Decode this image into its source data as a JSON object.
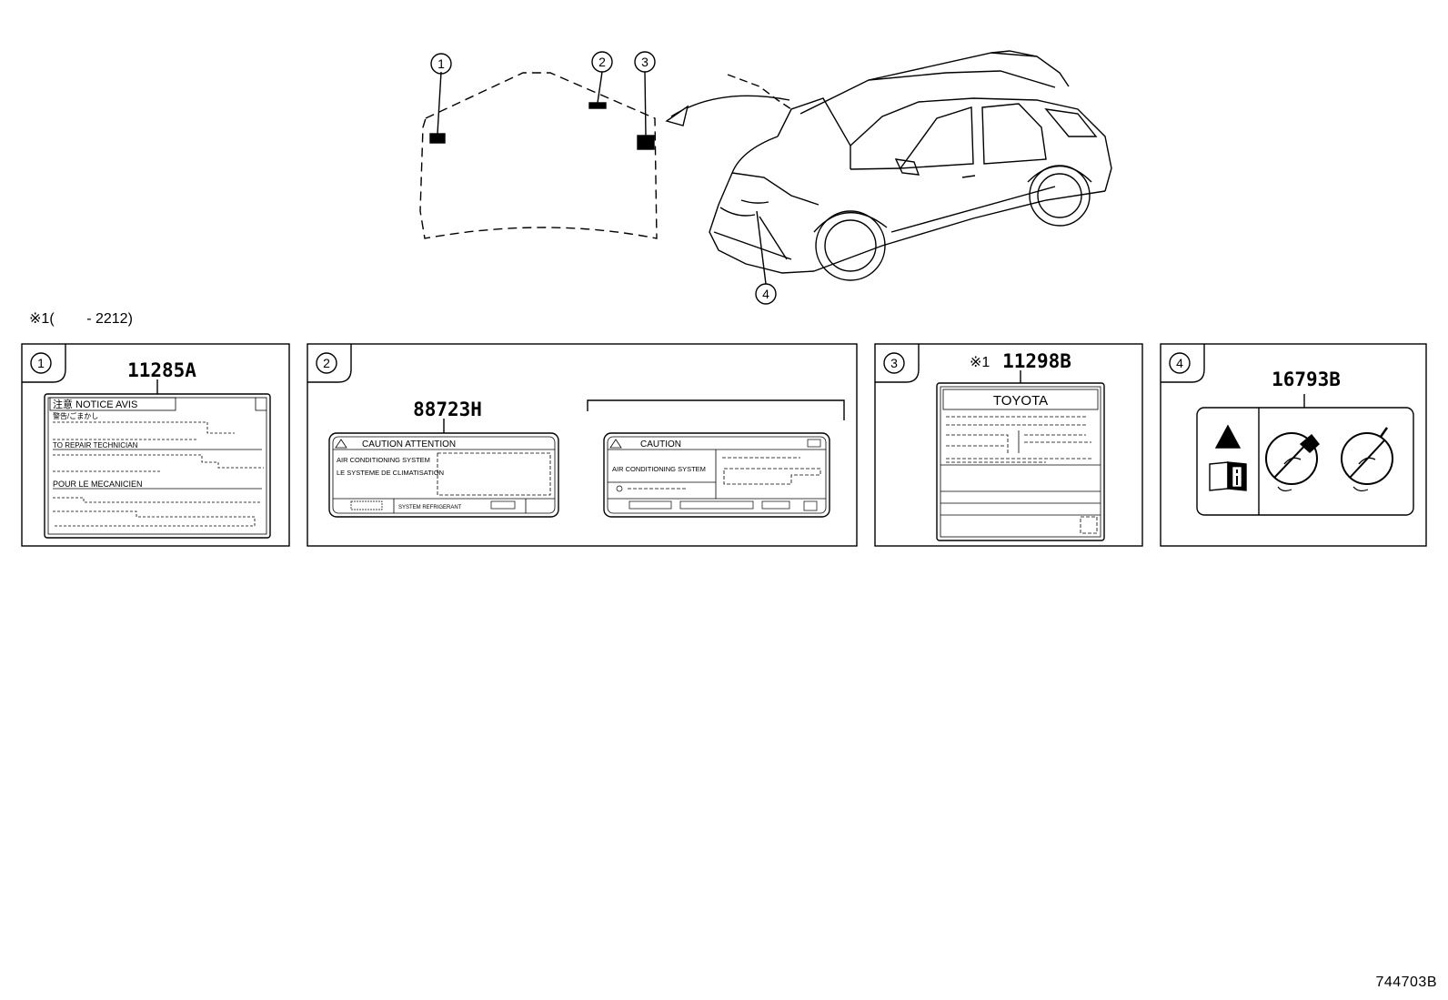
{
  "callouts": {
    "c1": "1",
    "c2": "2",
    "c3": "3",
    "c4": "4"
  },
  "footnote": {
    "mark": "※1",
    "text": "(        - 2212)"
  },
  "figure_id": "744703B",
  "panels": {
    "p1": {
      "number": "1",
      "part_no": "11285A",
      "header": "注意  NOTICE   AVIS",
      "lines": [
        "警告/ごまかし",
        "TO REPAIR TECHNICIAN",
        "POUR LE MECANICIEN"
      ]
    },
    "p2": {
      "number": "2",
      "part_no": "88723H",
      "label_a": {
        "header": "CAUTION   ATTENTION",
        "line1": "AIR CONDITIONING SYSTEM",
        "line2": "LE SYSTEME DE CLIMATISATION",
        "footer": "SYSTEM REFRIGERANT"
      },
      "label_b": {
        "header": "CAUTION",
        "line1": "AIR CONDITIONING SYSTEM"
      }
    },
    "p3": {
      "number": "3",
      "mark": "※1",
      "part_no": "11298B",
      "brand": "TOYOTA"
    },
    "p4": {
      "number": "4",
      "part_no": "16793B"
    }
  },
  "icons": [
    "warning-triangle-icon",
    "manual-info-icon",
    "no-spray-icon",
    "no-pressure-wash-icon",
    "battery-icon",
    "hand-icon",
    "compressor-icon"
  ]
}
